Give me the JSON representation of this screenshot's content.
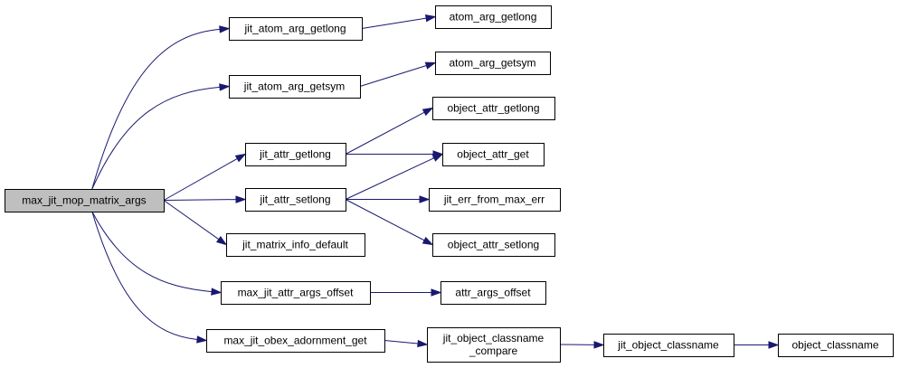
{
  "graph": {
    "colors": {
      "edge": "#191970",
      "root_fill": "#bfbfbf",
      "node_fill": "#ffffff",
      "node_border": "#000000"
    },
    "nodes": [
      {
        "id": "max_jit_mop_matrix_args",
        "lines": [
          "max_jit_mop_matrix_args"
        ],
        "root": true
      },
      {
        "id": "jit_atom_arg_getlong",
        "lines": [
          "jit_atom_arg_getlong"
        ]
      },
      {
        "id": "jit_atom_arg_getsym",
        "lines": [
          "jit_atom_arg_getsym"
        ]
      },
      {
        "id": "jit_attr_getlong",
        "lines": [
          "jit_attr_getlong"
        ]
      },
      {
        "id": "jit_attr_setlong",
        "lines": [
          "jit_attr_setlong"
        ]
      },
      {
        "id": "jit_matrix_info_default",
        "lines": [
          "jit_matrix_info_default"
        ]
      },
      {
        "id": "max_jit_attr_args_offset",
        "lines": [
          "max_jit_attr_args_offset"
        ]
      },
      {
        "id": "max_jit_obex_adornment_get",
        "lines": [
          "max_jit_obex_adornment_get"
        ]
      },
      {
        "id": "atom_arg_getlong",
        "lines": [
          "atom_arg_getlong"
        ]
      },
      {
        "id": "atom_arg_getsym",
        "lines": [
          "atom_arg_getsym"
        ]
      },
      {
        "id": "object_attr_getlong",
        "lines": [
          "object_attr_getlong"
        ]
      },
      {
        "id": "object_attr_get",
        "lines": [
          "object_attr_get"
        ]
      },
      {
        "id": "jit_err_from_max_err",
        "lines": [
          "jit_err_from_max_err"
        ]
      },
      {
        "id": "object_attr_setlong",
        "lines": [
          "object_attr_setlong"
        ]
      },
      {
        "id": "attr_args_offset",
        "lines": [
          "attr_args_offset"
        ]
      },
      {
        "id": "jit_object_classname_compare",
        "lines": [
          "jit_object_classname",
          "_compare"
        ]
      },
      {
        "id": "jit_object_classname",
        "lines": [
          "jit_object_classname"
        ]
      },
      {
        "id": "object_classname",
        "lines": [
          "object_classname"
        ]
      }
    ],
    "edges": [
      {
        "from": "max_jit_mop_matrix_args",
        "to": "jit_atom_arg_getlong"
      },
      {
        "from": "max_jit_mop_matrix_args",
        "to": "jit_atom_arg_getsym"
      },
      {
        "from": "max_jit_mop_matrix_args",
        "to": "jit_attr_getlong"
      },
      {
        "from": "max_jit_mop_matrix_args",
        "to": "jit_attr_setlong"
      },
      {
        "from": "max_jit_mop_matrix_args",
        "to": "jit_matrix_info_default"
      },
      {
        "from": "max_jit_mop_matrix_args",
        "to": "max_jit_attr_args_offset"
      },
      {
        "from": "max_jit_mop_matrix_args",
        "to": "max_jit_obex_adornment_get"
      },
      {
        "from": "jit_atom_arg_getlong",
        "to": "atom_arg_getlong"
      },
      {
        "from": "jit_atom_arg_getsym",
        "to": "atom_arg_getsym"
      },
      {
        "from": "jit_attr_getlong",
        "to": "object_attr_getlong"
      },
      {
        "from": "jit_attr_getlong",
        "to": "object_attr_get"
      },
      {
        "from": "jit_attr_setlong",
        "to": "object_attr_get"
      },
      {
        "from": "jit_attr_setlong",
        "to": "jit_err_from_max_err"
      },
      {
        "from": "jit_attr_setlong",
        "to": "object_attr_setlong"
      },
      {
        "from": "max_jit_attr_args_offset",
        "to": "attr_args_offset"
      },
      {
        "from": "max_jit_obex_adornment_get",
        "to": "jit_object_classname_compare"
      },
      {
        "from": "jit_object_classname_compare",
        "to": "jit_object_classname"
      },
      {
        "from": "jit_object_classname",
        "to": "object_classname"
      }
    ]
  }
}
